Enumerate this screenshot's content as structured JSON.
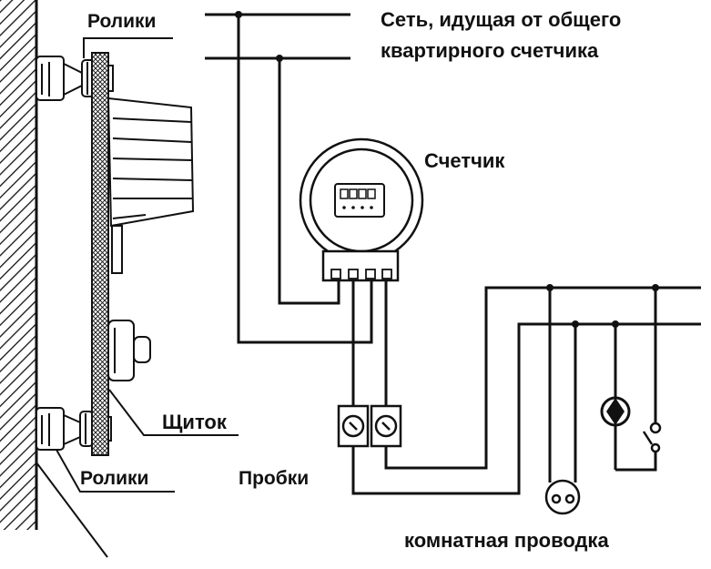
{
  "labels": {
    "rollers_top": "Ролики",
    "network_line1": "Сеть, идущая от общего",
    "network_line2": "квартирного счетчика",
    "meter": "Счетчик",
    "panel": "Щиток",
    "rollers_bottom": "Ролики",
    "fuses": "Пробки",
    "room_wiring": "комнатная проводка"
  },
  "icons": [
    "wall-hatching",
    "porcelain-roller",
    "meter-dial",
    "fuse-plug",
    "lamp",
    "switch",
    "socket"
  ],
  "colors": {
    "ink": "#111111",
    "background": "#ffffff"
  }
}
